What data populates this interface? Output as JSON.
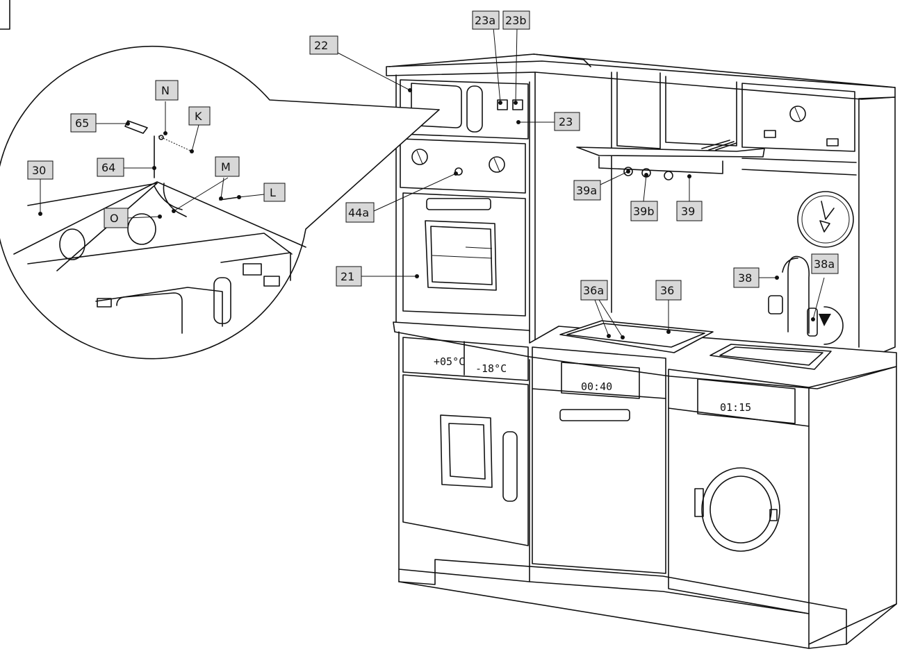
{
  "labels": {
    "l22": "22",
    "l23a": "23a",
    "l23b": "23b",
    "l23": "23",
    "l65": "65",
    "lN": "N",
    "lK": "K",
    "l30": "30",
    "l64": "64",
    "lM": "M",
    "lL": "L",
    "lO": "O",
    "l44a": "44a",
    "l39a": "39a",
    "l39b": "39b",
    "l39": "39",
    "l21": "21",
    "l38": "38",
    "l38a": "38a",
    "l36a": "36a",
    "l36": "36"
  },
  "displays": {
    "fridge_temp": "+05°C",
    "freezer_temp": "-18°C",
    "dishwasher_time": "00:40",
    "washer_time": "01:15"
  }
}
